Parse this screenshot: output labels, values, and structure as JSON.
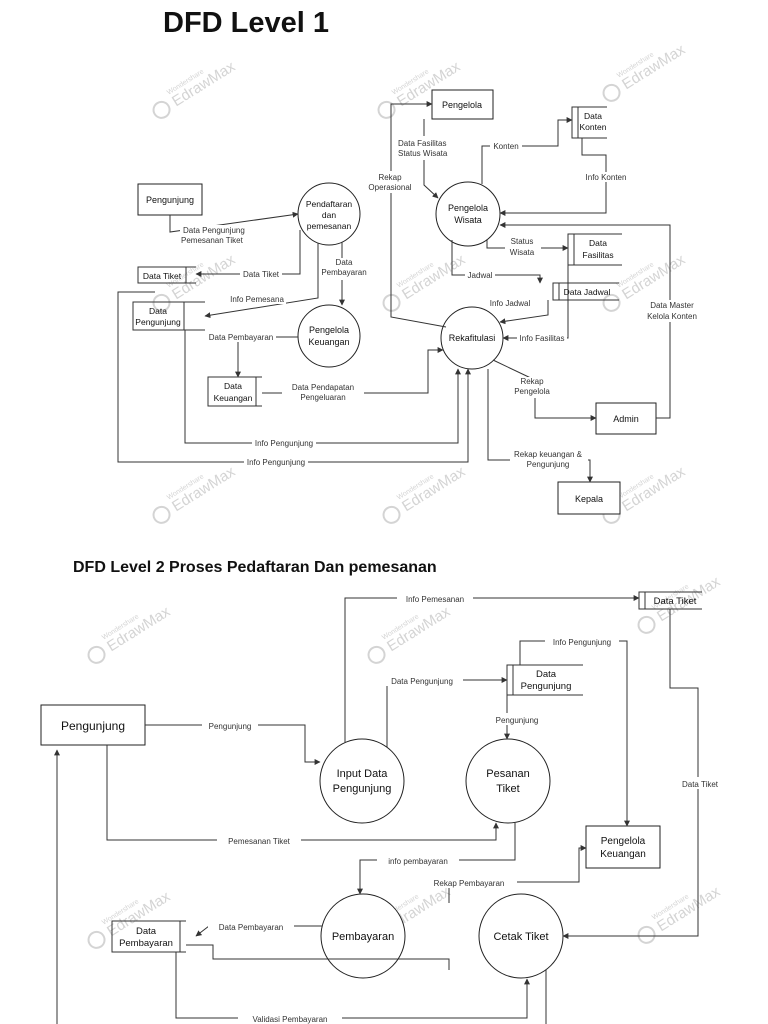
{
  "titles": {
    "level1": "DFD Level 1",
    "level2": "DFD Level 2 Proses Pedaftaran Dan pemesanan"
  },
  "watermark": {
    "top": "Wondershare",
    "main": "EdrawMax"
  },
  "level1": {
    "entities": {
      "pengunjung": "Pengunjung",
      "pengelola": "Pengelola",
      "admin": "Admin",
      "kepala": "Kepala"
    },
    "processes": {
      "pendaftaran": [
        "Pendaftaran",
        "dan",
        "pemesanan"
      ],
      "pengelola_wisata": [
        "Pengelola",
        "Wisata"
      ],
      "pengelola_keuangan": [
        "Pengelola",
        "Keuangan"
      ],
      "rekafitulasi": [
        "Rekafitulasi"
      ]
    },
    "stores": {
      "data_konten": [
        "Data",
        "Konten"
      ],
      "data_fasilitas": [
        "Data",
        "Fasilitas"
      ],
      "data_jadwal": [
        "Data Jadwal"
      ],
      "data_tiket": [
        "Data Tiket"
      ],
      "data_pengunjung": [
        "Data",
        "Pengunjung"
      ],
      "data_keuangan": [
        "Data",
        "Keuangan"
      ]
    },
    "flows": {
      "fasilitas_status": [
        "Data Fasilitas",
        "Status Wisata"
      ],
      "rekap_operasional": [
        "Rekap",
        "Operasional"
      ],
      "konten": "Konten",
      "info_konten": "Info Konten",
      "status_wisata": [
        "Status",
        "Wisata"
      ],
      "jadwal": "Jadwal",
      "info_jadwal": "Info Jadwal",
      "info_fasilitas": "Info Fasilitas",
      "data_master": [
        "Data Master",
        "Kelola Konten"
      ],
      "data_pengunjung_pemesanan": [
        "Data Pengunjung",
        "Pemesanan Tiket"
      ],
      "data_tiket": "Data Tiket",
      "data_pembayaran_a": [
        "Data",
        "Pembayaran"
      ],
      "info_pemesana": "Info Pemesana",
      "data_pembayaran_b": "Data Pembayaran",
      "pendapatan": [
        "Data Pendapatan",
        "Pengeluaran"
      ],
      "rekap_pengelola": [
        "Rekap",
        "Pengelola"
      ],
      "info_pengunjung_a": "Info Pengunjung",
      "info_pengunjung_b": "Info Pengunjung",
      "rekap_keuangan": [
        "Rekap keuangan &",
        "Pengunjung"
      ]
    }
  },
  "level2": {
    "entities": {
      "pengunjung": "Pengunjung",
      "pengelola_keuangan": [
        "Pengelola",
        "Keuangan"
      ]
    },
    "processes": {
      "input": [
        "Input Data",
        "Pengunjung"
      ],
      "pesanan": [
        "Pesanan",
        "Tiket"
      ],
      "pembayaran": [
        "Pembayaran"
      ],
      "cetak": [
        "Cetak Tiket"
      ]
    },
    "stores": {
      "data_tiket": [
        "Data Tiket"
      ],
      "data_pengunjung": [
        "Data",
        "Pengunjung"
      ],
      "data_pembayaran": [
        "Data",
        "Pembayaran"
      ]
    },
    "flows": {
      "info_pemesanan": "Info Pemesanan",
      "info_pengunjung": "Info Pengunjung",
      "data_pengunjung": "Data Pengunjung",
      "pengunjung_a": "Pengunjung",
      "pengunjung_b": "Pengunjung",
      "data_tiket": "Data Tiket",
      "pemesanan_tiket": "Pemesanan Tiket",
      "info_pembayaran": "info pembayaran",
      "rekap_pembayaran": "Rekap Pembayaran",
      "data_pembayaran": "Data Pembayaran",
      "validasi": "Validasi Pembayaran"
    }
  }
}
